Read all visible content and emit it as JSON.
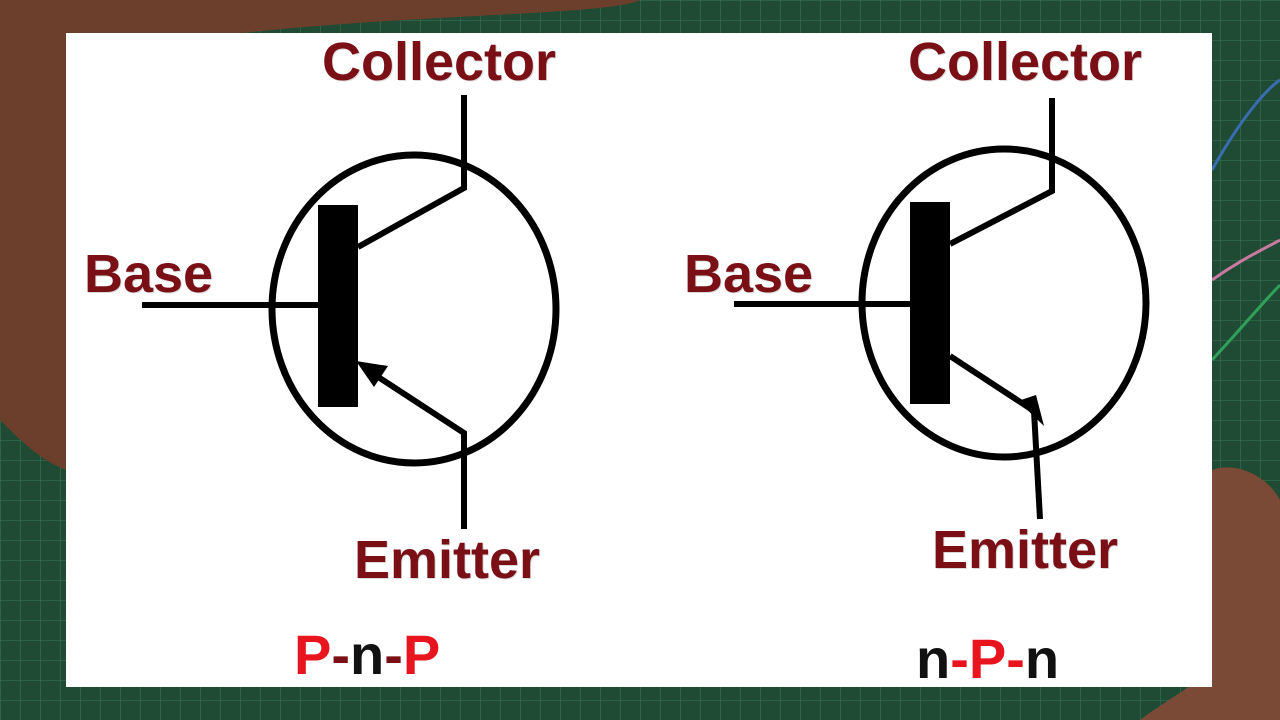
{
  "colors": {
    "label": "#7a0f16",
    "type_highlight": "#e8141e",
    "type_plain": "#111111",
    "symbol": "#000000",
    "panel": "#ffffff",
    "backdrop": "#1f4a33"
  },
  "pnp": {
    "collector_label": "Collector",
    "base_label": "Base",
    "emitter_label": "Emitter",
    "type_parts": [
      "P",
      "-",
      "n",
      "-",
      "P"
    ]
  },
  "npn": {
    "collector_label": "Collector",
    "base_label": "Base",
    "emitter_label": "Emitter",
    "type_parts": [
      "n",
      "-",
      "P",
      "-",
      "n"
    ]
  }
}
